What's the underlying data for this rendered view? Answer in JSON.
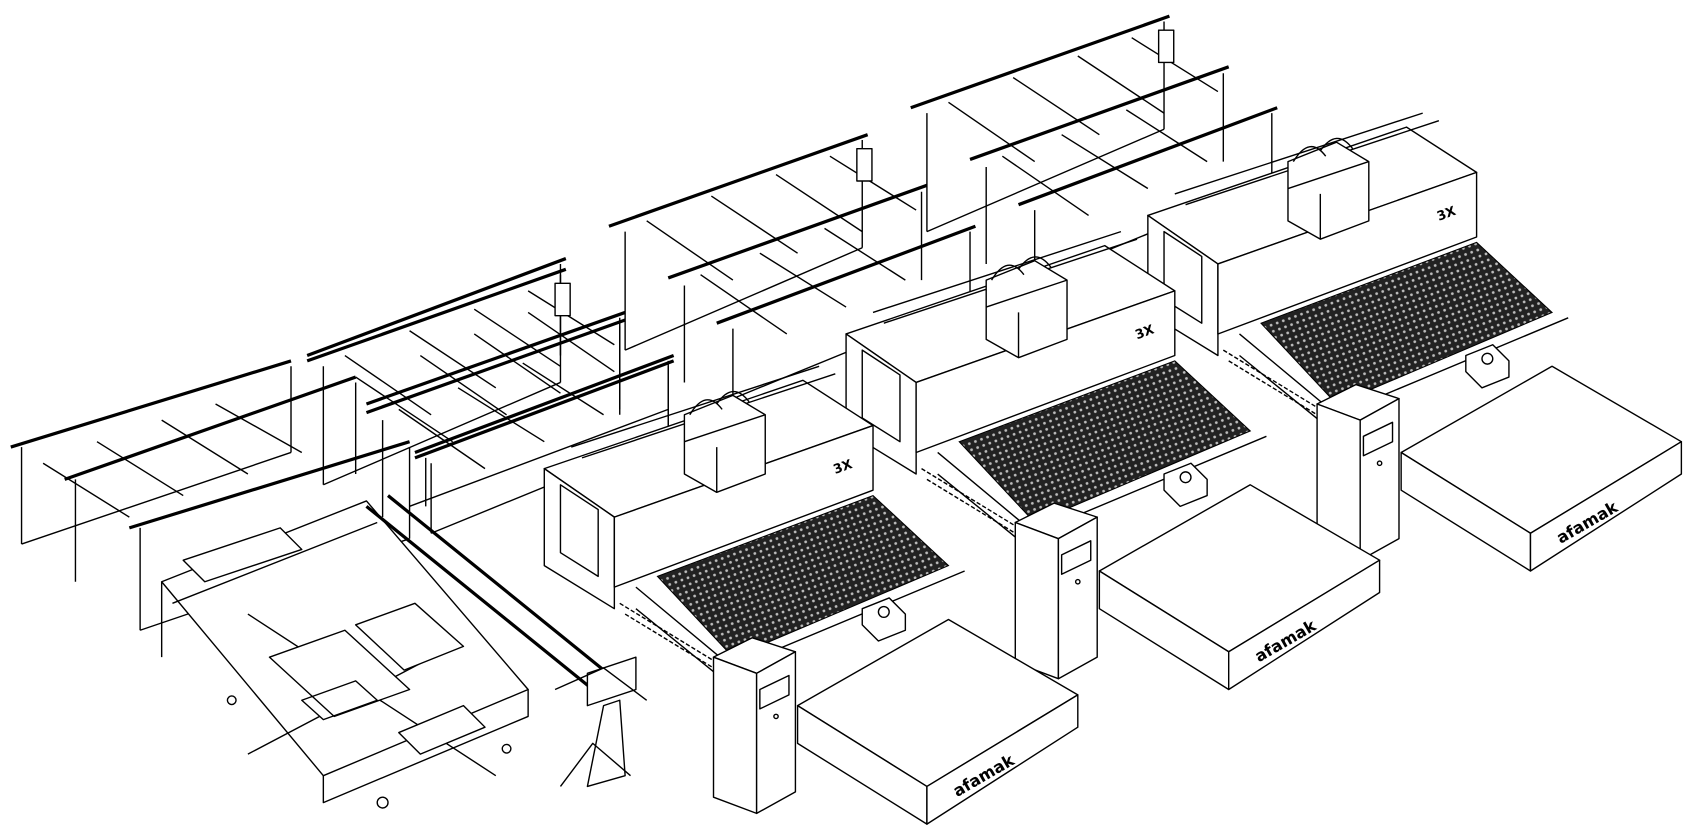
{
  "drawing": {
    "brand_label": "afamak",
    "model_badge": "3X",
    "machine_count": 3
  }
}
